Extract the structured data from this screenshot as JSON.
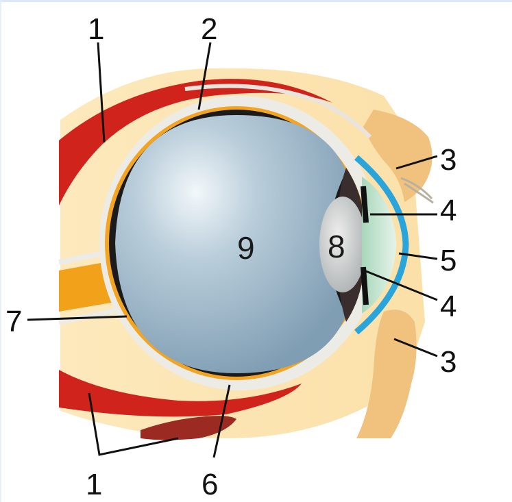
{
  "diagram": {
    "labels": {
      "label_1_upper": "1",
      "label_2": "2",
      "label_3_upper": "3",
      "label_4_upper": "4",
      "label_5": "5",
      "label_4_lower": "4",
      "label_3_lower": "3",
      "label_7": "7",
      "label_1_lower": "1",
      "label_6": "6",
      "label_9": "9",
      "label_8": "8"
    },
    "colors": {
      "orbit_fat": "#fbe3ae",
      "muscle": "#d0231b",
      "muscle_dark": "#9a2a22",
      "sclera": "#ecebe6",
      "choroid": "#f3a421",
      "retina": "#1b1b1b",
      "vitreous": "#9fb9ca",
      "lens": "#c7cccb",
      "cornea": "#2aa5dc",
      "aqueous": "#bfe0c8",
      "eyelid": "#f1c27d",
      "optic_nerve": "#f2a11a"
    }
  }
}
